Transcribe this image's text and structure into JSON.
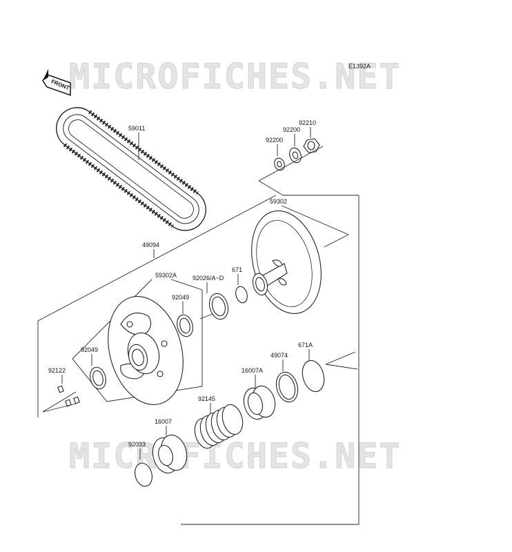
{
  "diagram": {
    "code": "E1392A",
    "front_arrow_label": "FRONT",
    "watermark": "MICROFICHES.NET"
  },
  "labels": {
    "p59011": "59011",
    "p92210": "92210",
    "p92200a": "92200",
    "p92200b": "92200",
    "p59302": "59302",
    "p49094": "49094",
    "p671": "671",
    "p92026": "92026/A~D",
    "p59302a": "59302A",
    "p92049a": "92049",
    "p92049b": "92049",
    "p92122": "92122",
    "p671a": "671A",
    "p49074": "49074",
    "p16007a": "16007A",
    "p92145": "92145",
    "p16007": "16007",
    "p92033": "92033"
  }
}
